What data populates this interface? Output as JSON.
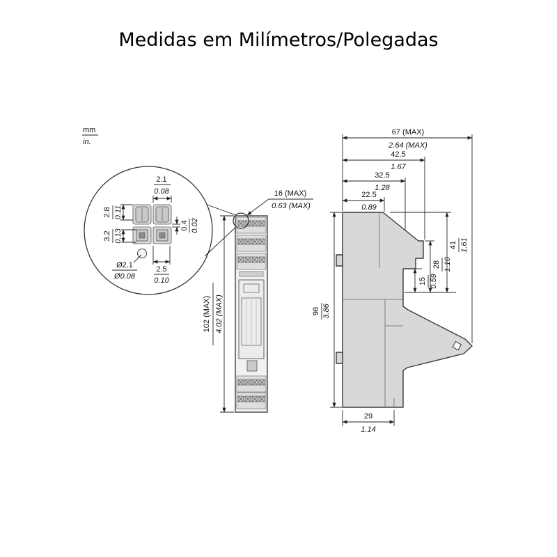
{
  "title": "Medidas em Milímetros/Polegadas",
  "legend": {
    "mm": "mm",
    "inch": "in."
  },
  "detail_view": {
    "terminal_pitch": {
      "mm": "2.1",
      "inch": "0.08"
    },
    "screw_height": {
      "mm": "2.8",
      "inch": "0.11"
    },
    "gap": {
      "mm": "0.4",
      "inch": "0.02"
    },
    "cage_height": {
      "mm": "3.2",
      "inch": "0.13"
    },
    "hole_diameter": {
      "mm": "Ø2.1",
      "inch": "Ø0.08"
    },
    "cage_width": {
      "mm": "2.5",
      "inch": "0.10"
    }
  },
  "front_view": {
    "width": {
      "mm": "16 (MAX)",
      "inch": "0.63 (MAX)"
    },
    "height": {
      "mm": "102 (MAX)",
      "inch": "4.02 (MAX)"
    }
  },
  "side_view": {
    "depth_total": {
      "mm": "67 (MAX)",
      "inch": "2.64 (MAX)"
    },
    "depth_42": {
      "mm": "42.5",
      "inch": "1.67"
    },
    "depth_32": {
      "mm": "32.5",
      "inch": "1.28"
    },
    "depth_22": {
      "mm": "22.5",
      "inch": "0.89"
    },
    "height_41": {
      "mm": "41",
      "inch": "1.61"
    },
    "height_28": {
      "mm": "28",
      "inch": "1.10"
    },
    "height_15": {
      "mm": "15",
      "inch": "0.59"
    },
    "height_total": {
      "mm": "98",
      "inch": "3.86"
    },
    "rail_width": {
      "mm": "29",
      "inch": "1.14"
    }
  }
}
